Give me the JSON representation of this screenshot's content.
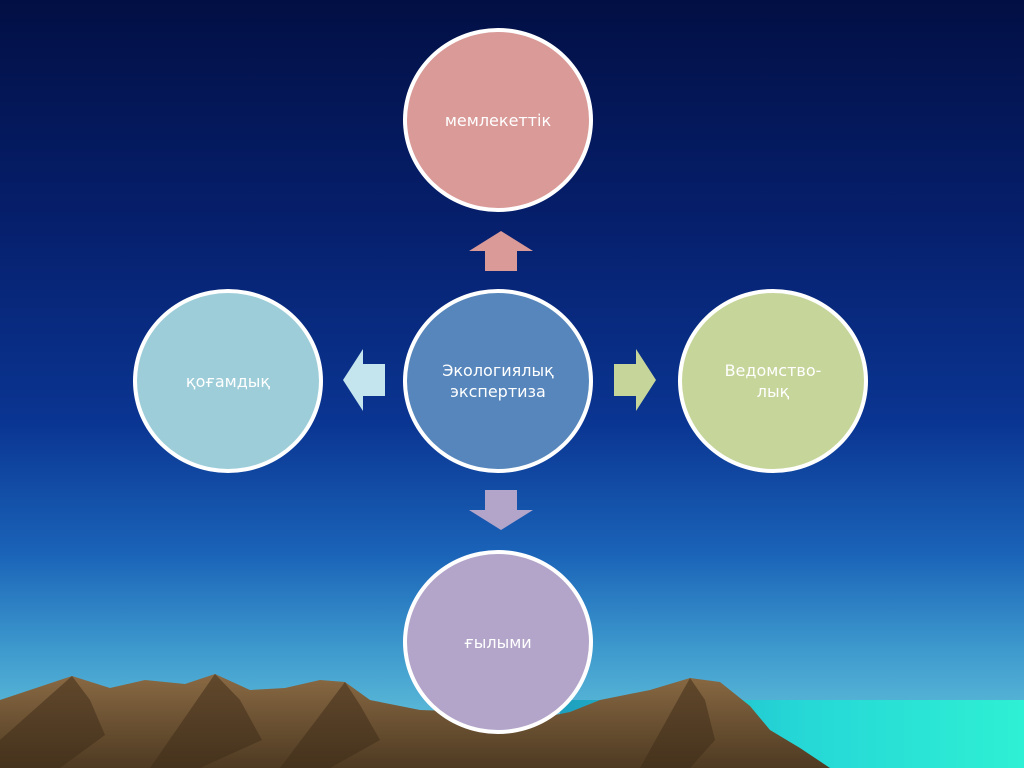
{
  "diagram": {
    "center": {
      "label": "Экологиялық\nэкспертиза",
      "color": "#5686bb"
    },
    "top": {
      "label": "мемлекеттік",
      "color": "#d99a98"
    },
    "left": {
      "label": "қоғамдық",
      "color": "#9ccdd9"
    },
    "right": {
      "label": "Ведомство-\nлық",
      "color": "#c6d59a"
    },
    "bottom": {
      "label": "ғылыми",
      "color": "#b3a5c9"
    }
  },
  "arrows": {
    "up": {
      "color": "#d99a98"
    },
    "left": {
      "color": "#c4e4ee"
    },
    "right": {
      "color": "#c6d59a"
    },
    "down": {
      "color": "#b3a5c9"
    }
  }
}
